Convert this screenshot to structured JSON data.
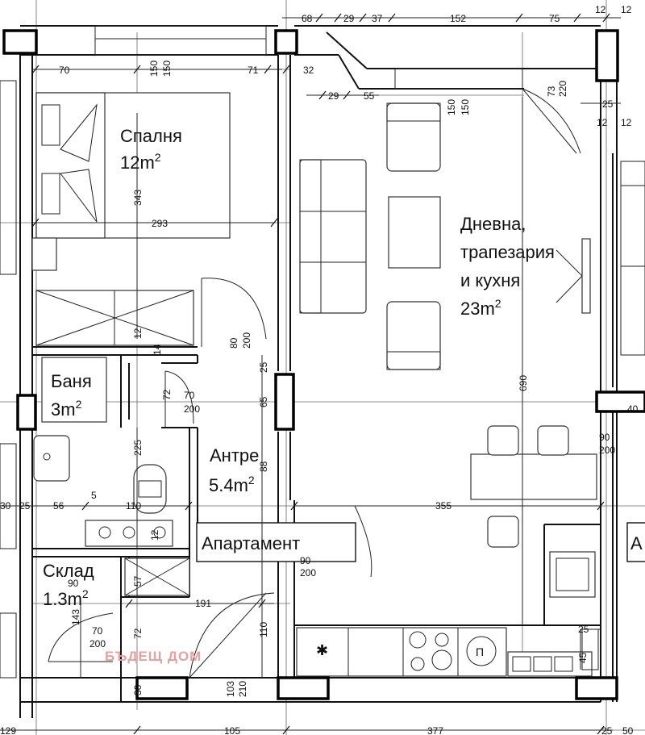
{
  "rooms": {
    "bedroom": {
      "name": "Спалня",
      "area": "12m",
      "sup": "2"
    },
    "living_l1": "Дневна,",
    "living_l2": "трапезария",
    "living_l3": "и кухня",
    "living_area": "23m",
    "living_sup": "2",
    "bath": {
      "name": "Баня",
      "area": "3m",
      "sup": "2"
    },
    "hall": {
      "name": "Антре",
      "area": "5.4m",
      "sup": "2"
    },
    "storage": {
      "name": "Склад",
      "area": "1.3m",
      "sup": "2"
    }
  },
  "unit_label": "Апартамент",
  "unit_label_cut": "А",
  "watermark": "БЪДЕЩ ДОМ",
  "stove_symbol": "П",
  "dims": {
    "top_68": "68",
    "top_29": "29",
    "top_37": "37",
    "top_152": "152",
    "top_75": "75",
    "top_12a": "12",
    "top_12b": "12",
    "w150a": "150",
    "w150b": "150",
    "d70": "70",
    "d71": "71",
    "d32": "32",
    "d29": "29",
    "d55": "55",
    "w150c": "150",
    "w150d": "150",
    "d73": "73",
    "d220": "220",
    "d25a": "25",
    "d12c": "12",
    "d12d": "12",
    "d343": "343",
    "d293": "293",
    "d12e": "12",
    "d14": "14",
    "d80": "80",
    "d200a": "200",
    "d25b": "25",
    "d72a": "72",
    "d70b": "70",
    "d200b": "200",
    "d65": "65",
    "d690": "690",
    "d225": "225",
    "d40": "40",
    "d90a": "90",
    "d200c": "200",
    "d88": "88",
    "d5": "5",
    "d30": "30",
    "d25c": "25",
    "d56": "56",
    "d110a": "110",
    "d355": "355",
    "d12f": "12",
    "d90b": "90",
    "d200d": "200",
    "d90c": "90",
    "d57": "57",
    "d191": "191",
    "d143": "143",
    "d72b": "72",
    "d70c": "70",
    "d200e": "200",
    "d110b": "110",
    "d25d": "25",
    "d45": "45",
    "d103": "103",
    "d210": "210",
    "d30b": "30",
    "b129": "129",
    "b105": "105",
    "b377": "377",
    "b25": "25",
    "b50": "50"
  }
}
